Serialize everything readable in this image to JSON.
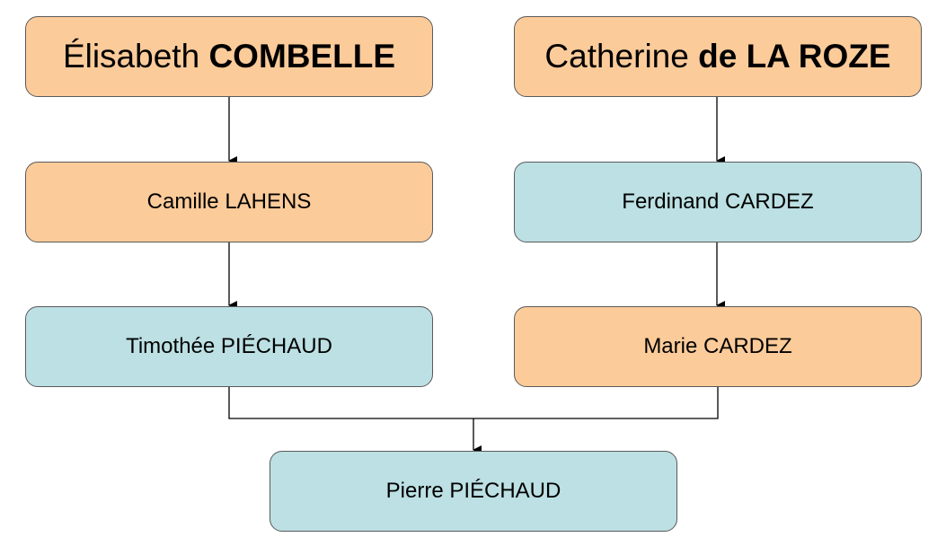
{
  "colors": {
    "female": "#fccb9a",
    "male": "#bce0e3",
    "line": "#000000"
  },
  "nodes": {
    "elisabeth": {
      "first": "Élisabeth ",
      "last": "COMBELLE"
    },
    "catherine": {
      "first": "Catherine ",
      "last": "de LA ROZE"
    },
    "camille": {
      "label": "Camille LAHENS"
    },
    "ferdinand": {
      "label": "Ferdinand CARDEZ"
    },
    "timothee": {
      "label": "Timothée PIÉCHAUD"
    },
    "marie": {
      "label": "Marie CARDEZ"
    },
    "pierre": {
      "label": "Pierre PIÉCHAUD"
    }
  }
}
